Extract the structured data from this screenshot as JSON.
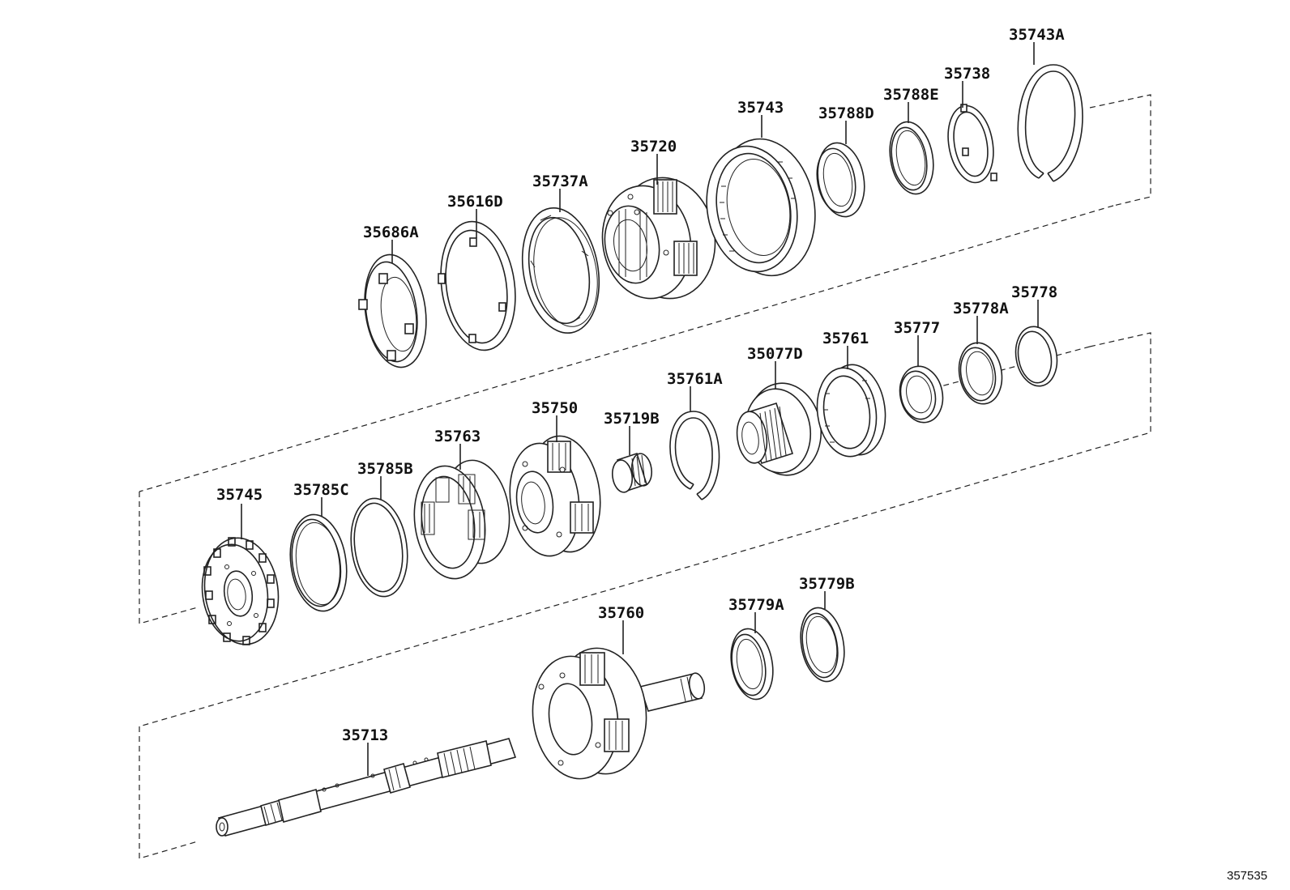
{
  "diagram": {
    "figure_number": "357535",
    "parts": [
      {
        "id": "35743A",
        "label": "35743A"
      },
      {
        "id": "35738",
        "label": "35738"
      },
      {
        "id": "35788E",
        "label": "35788E"
      },
      {
        "id": "35788D",
        "label": "35788D"
      },
      {
        "id": "35743",
        "label": "35743"
      },
      {
        "id": "35720",
        "label": "35720"
      },
      {
        "id": "35737A",
        "label": "35737A"
      },
      {
        "id": "35616D",
        "label": "35616D"
      },
      {
        "id": "35686A",
        "label": "35686A"
      },
      {
        "id": "35778",
        "label": "35778"
      },
      {
        "id": "35778A",
        "label": "35778A"
      },
      {
        "id": "35777",
        "label": "35777"
      },
      {
        "id": "35761",
        "label": "35761"
      },
      {
        "id": "35077D",
        "label": "35077D"
      },
      {
        "id": "35761A",
        "label": "35761A"
      },
      {
        "id": "35719B",
        "label": "35719B"
      },
      {
        "id": "35750",
        "label": "35750"
      },
      {
        "id": "35763",
        "label": "35763"
      },
      {
        "id": "35785B",
        "label": "35785B"
      },
      {
        "id": "35785C",
        "label": "35785C"
      },
      {
        "id": "35745",
        "label": "35745"
      },
      {
        "id": "35779B",
        "label": "35779B"
      },
      {
        "id": "35779A",
        "label": "35779A"
      },
      {
        "id": "35760",
        "label": "35760"
      },
      {
        "id": "35713",
        "label": "35713"
      }
    ]
  }
}
